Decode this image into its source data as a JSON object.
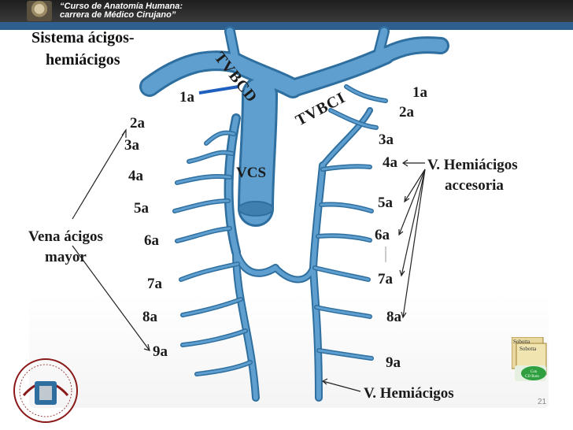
{
  "header": {
    "course_line1": "“Curso de Anatomía Humana:",
    "course_line2": "carrera de Médico Cirujano”"
  },
  "title": {
    "line1": "Sistema ácigos-",
    "line2": "hemiácigos"
  },
  "labels": {
    "tvbcd": "TVBCD",
    "tvbci": "TVBCI",
    "vcs": "VCS",
    "left": [
      "1a",
      "2a",
      "3a",
      "4a",
      "5a",
      "6a",
      "7a",
      "8a",
      "9a"
    ],
    "right": [
      "1a",
      "2a",
      "3a",
      "4a",
      "5a",
      "6a",
      "7a",
      "8a",
      "9a"
    ],
    "azygos_line1": "Vena ácigos",
    "azygos_line2": "mayor",
    "hemi_acc_line1": "V. Hemiácigos",
    "hemi_acc_line2": "accesoria",
    "hemi": "V. Hemiácigos"
  },
  "book": {
    "label1": "Sobotta",
    "label2": "Sobotta",
    "badge1": "Con",
    "badge2": "CD Rom"
  },
  "slide_number": "21",
  "colors": {
    "vein": "#5f9fd0",
    "vein_dark": "#2f6f9f",
    "header_blue": "#2f5f8f"
  }
}
